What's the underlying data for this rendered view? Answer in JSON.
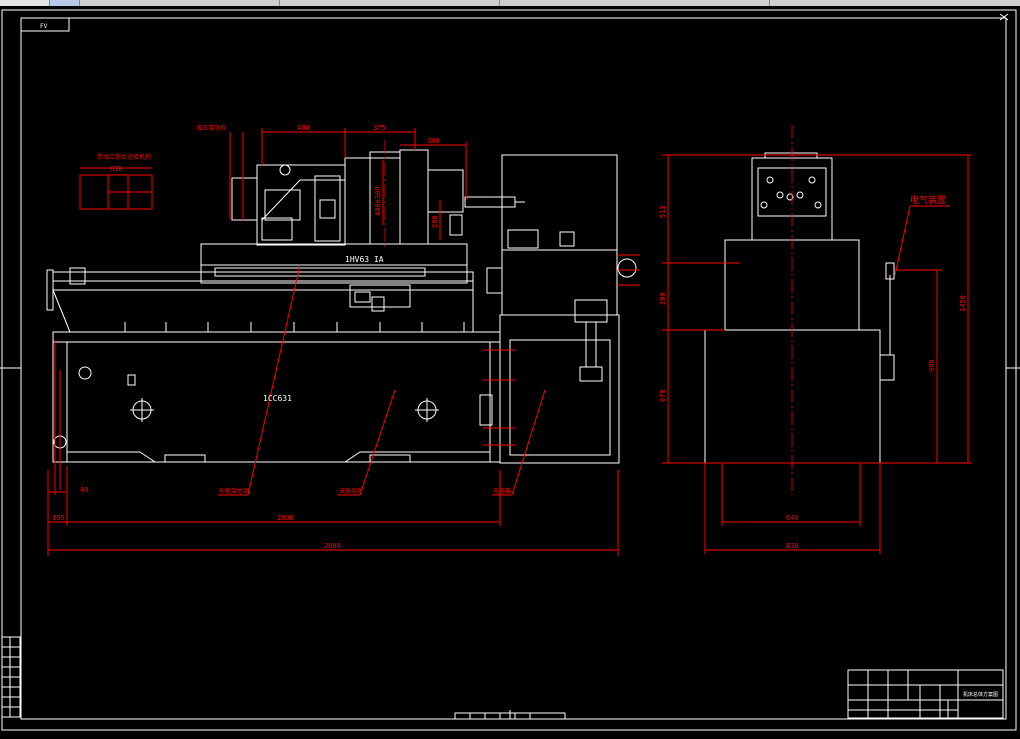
{
  "window": {
    "toolbar_tabs": [
      "",
      "",
      "",
      "",
      ""
    ]
  },
  "drawing": {
    "view_label": "FV",
    "model_label": "1HV63 IA",
    "base_label": "1CC631",
    "side_label": "电气装置",
    "top_note": "液压泵电机",
    "left_table_title": "传动工作台进给机构",
    "dims_front": {
      "d_400": "400",
      "d_375": "375",
      "d_300": "300",
      "d_200": "200",
      "d_vert": "400x380",
      "d_40": "40",
      "d_105": "105",
      "d_2030": "2030",
      "d_2608": "2608",
      "table_630": "630"
    },
    "dims_side": {
      "d_513": "513",
      "d_290": "290",
      "d_670": "670",
      "d_900": "900",
      "d_1450": "1450",
      "d_640": "640",
      "d_830": "830"
    },
    "leaders": [
      "砂轮架总图",
      "床身部件",
      "电器箱"
    ],
    "title_block": {
      "drawing_name": "机床总体方案图"
    }
  },
  "colors": {
    "background": "#000000",
    "line": "#ffffff",
    "dimension": "#ff0000",
    "toolbar": "#cfcfcf"
  }
}
